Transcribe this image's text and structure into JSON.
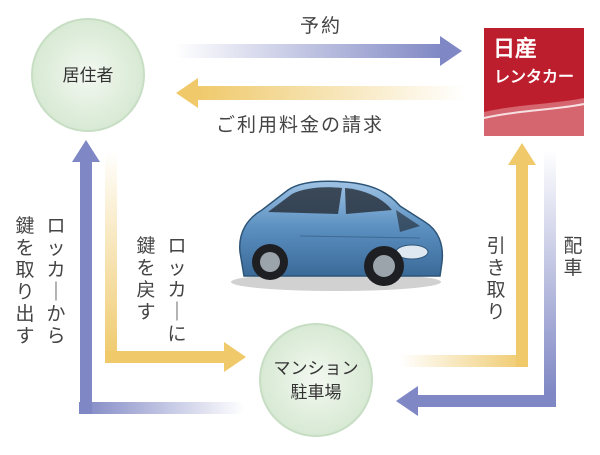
{
  "nodes": {
    "resident": "居住者",
    "parking_line1": "マンション",
    "parking_line2": "駐車場",
    "logo_line1": "日産",
    "logo_line2": "レンタカー"
  },
  "arrows": {
    "reservation": "予約",
    "billing": "ご利用料金の請求",
    "delivery": "配車",
    "pickup": "引き取り",
    "return_key": "ロッカーに鍵を戻す",
    "take_key": "ロッカーから鍵を取り出す"
  },
  "colors": {
    "circle_fill": "#dfeedd",
    "circle_stroke": "#c7dec4",
    "blue_arrow": "#7f87c4",
    "yellow_arrow": "#efc96a",
    "logo_red": "#bd1e2d",
    "car_body": "#5a8fc0"
  }
}
